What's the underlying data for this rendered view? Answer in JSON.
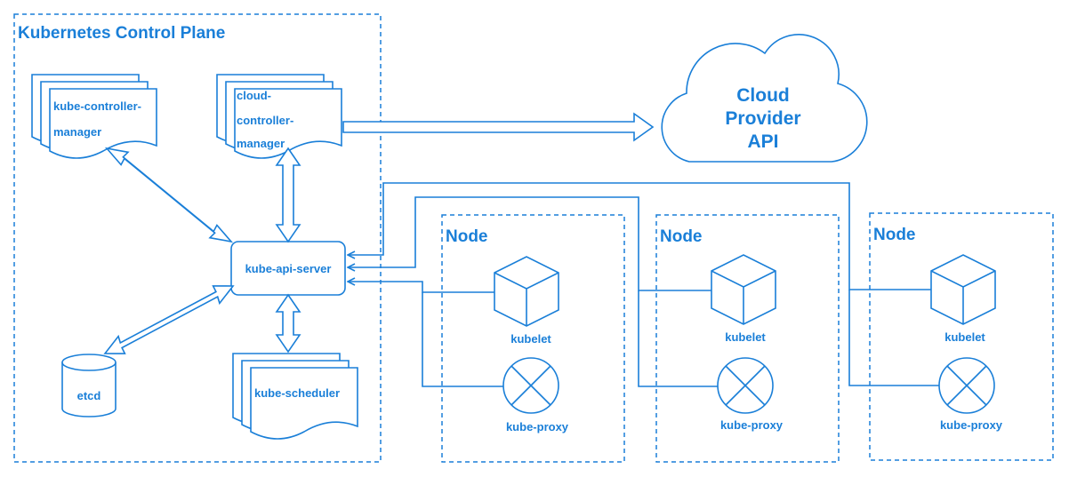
{
  "control_plane": {
    "title": "Kubernetes Control Plane",
    "controller_manager": [
      "kube-controller-",
      "manager"
    ],
    "cloud_controller_manager": [
      "cloud-",
      "controller-",
      "manager"
    ],
    "api_server": "kube-api-server",
    "etcd": "etcd",
    "scheduler": "kube-scheduler"
  },
  "cloud": {
    "lines": [
      "Cloud",
      "Provider",
      "API"
    ]
  },
  "nodes": [
    {
      "title": "Node",
      "kubelet": "kubelet",
      "proxy": "kube-proxy"
    },
    {
      "title": "Node",
      "kubelet": "kubelet",
      "proxy": "kube-proxy"
    },
    {
      "title": "Node",
      "kubelet": "kubelet",
      "proxy": "kube-proxy"
    }
  ],
  "colors": {
    "accent": "#1a7fd8"
  }
}
